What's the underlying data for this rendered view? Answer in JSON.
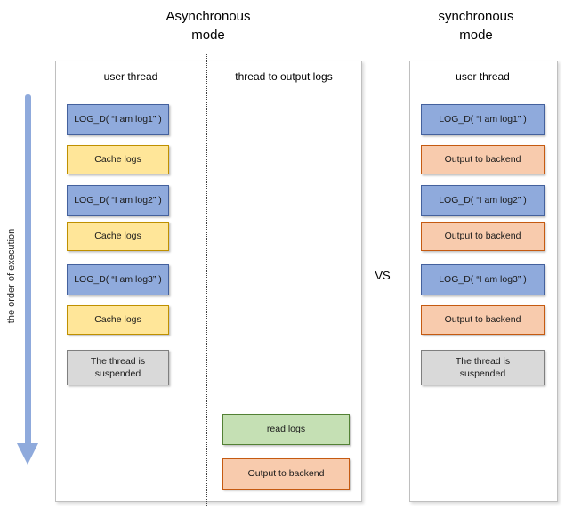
{
  "titles": {
    "async": "Asynchronous\nmode",
    "sync": "synchronous\nmode"
  },
  "vs_label": "VS",
  "execution_arrow": {
    "label": "the order of execution",
    "color": "#8FAADC"
  },
  "async_panel": {
    "user_thread_header": "user thread",
    "output_thread_header": "thread to output logs",
    "user_thread_boxes": [
      {
        "label": "LOG_D( “I am log1” )",
        "type": "log"
      },
      {
        "label": "Cache logs",
        "type": "cache"
      },
      {
        "label": "LOG_D( “I am log2” )",
        "type": "log"
      },
      {
        "label": "Cache logs",
        "type": "cache"
      },
      {
        "label": "LOG_D( “I am log3” )",
        "type": "log"
      },
      {
        "label": "Cache logs",
        "type": "cache"
      },
      {
        "label": "The thread is\nsuspended",
        "type": "suspend"
      }
    ],
    "output_thread_boxes": [
      {
        "label": "read logs",
        "type": "read"
      },
      {
        "label": "Output to backend",
        "type": "output"
      }
    ]
  },
  "sync_panel": {
    "user_thread_header": "user thread",
    "user_thread_boxes": [
      {
        "label": "LOG_D( “I am log1” )",
        "type": "log"
      },
      {
        "label": "Output to backend",
        "type": "output"
      },
      {
        "label": "LOG_D( “I am log2” )",
        "type": "log"
      },
      {
        "label": "Output to backend",
        "type": "output"
      },
      {
        "label": "LOG_D( “I am log3” )",
        "type": "log"
      },
      {
        "label": "Output to backend",
        "type": "output"
      },
      {
        "label": "The thread is\nsuspended",
        "type": "suspend"
      }
    ]
  },
  "colors": {
    "log_fill": "#8FAADC",
    "log_border": "#44619D",
    "cache_fill": "#FFE699",
    "cache_border": "#BF9000",
    "read_fill": "#C5E0B4",
    "read_border": "#538135",
    "output_fill": "#F8CBAD",
    "output_border": "#C55A11",
    "suspend_fill": "#D9D9D9",
    "suspend_border": "#7F7F7F",
    "arrow": "#8FAADC"
  }
}
